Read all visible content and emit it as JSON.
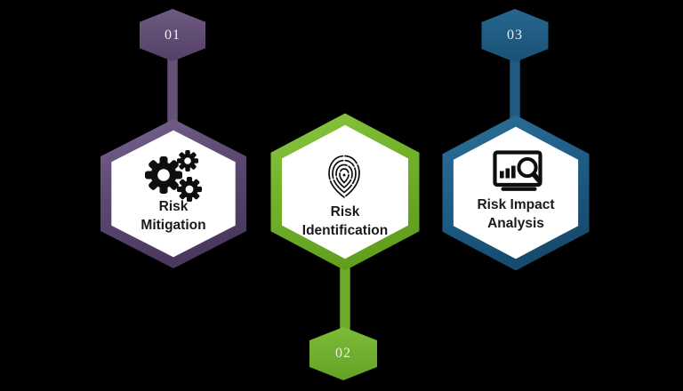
{
  "background_color": "#000000",
  "inner_hexagon_color": "#FFFFFF",
  "icon_color": "#0E0E0E",
  "label_text_color": "#1B1B1B",
  "number_text_color": "#F1EDF7",
  "steps": [
    {
      "number": "01",
      "label_line1": "Risk",
      "label_line2": "Mitigation",
      "icon": "gears-icon",
      "accent_color": "#5E4A73",
      "accent_light": "#7A6691",
      "accent_dark": "#4B385E"
    },
    {
      "number": "02",
      "label_line1": "Risk",
      "label_line2": "Identification",
      "icon": "fingerprint-icon",
      "accent_color": "#74B42C",
      "accent_light": "#8BC746",
      "accent_dark": "#619F1E"
    },
    {
      "number": "03",
      "label_line1": "Risk Impact",
      "label_line2": "Analysis",
      "icon": "monitor-magnifier-icon",
      "accent_color": "#20608A",
      "accent_light": "#2E7099",
      "accent_dark": "#174B6D"
    }
  ]
}
